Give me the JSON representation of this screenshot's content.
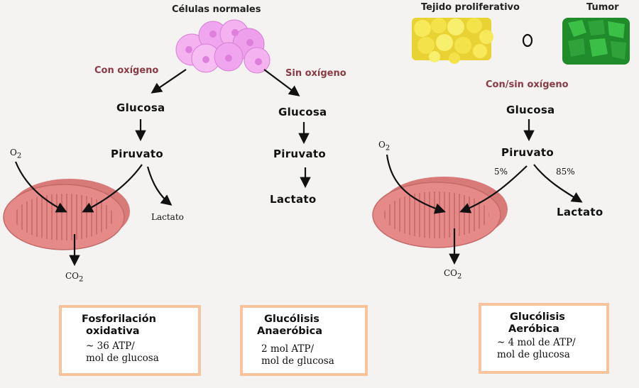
{
  "labels": {
    "normal_cells_title": "Células normales",
    "proliferative_title": "Tejido proliferativo",
    "tumor_title": "Tumor",
    "or_symbol": "o",
    "with_oxygen": "Con oxígeno",
    "without_oxygen": "Sin oxígeno",
    "with_without_oxygen": "Con/sin oxígeno"
  },
  "left_path": {
    "glucose": "Glucosa",
    "pyruvate": "Piruvato",
    "lactate": "Lactato",
    "o2_base": "O",
    "o2_sub": "2",
    "co2_base": "CO",
    "co2_sub": "2"
  },
  "middle_path": {
    "glucose": "Glucosa",
    "pyruvate": "Piruvato",
    "lactate": "Lactato"
  },
  "right_path": {
    "glucose": "Glucosa",
    "pyruvate": "Piruvato",
    "lactate": "Lactato",
    "pct_mito": "5%",
    "pct_lactate": "85%",
    "o2_base": "O",
    "o2_sub": "2",
    "co2_base": "CO",
    "co2_sub": "2"
  },
  "boxes": {
    "oxidative": {
      "title_1": "Fosforilación",
      "title_2": "oxidativa",
      "line_1": "~ 36 ATP/",
      "line_2": "mol de glucosa"
    },
    "anaerobic": {
      "title_1": "Glucólisis",
      "title_2": "Anaeróbica",
      "line_1": "2 mol ATP/",
      "line_2": "mol de glucosa"
    },
    "aerobic": {
      "title_1": "Glucólisis",
      "title_2": "Aeróbica",
      "line_1": "~ 4 mol de ATP/",
      "line_2": "mol de glucosa"
    }
  },
  "colors": {
    "background": "#f4f3f1",
    "normal_cells": "#f0a6ee",
    "proliferative_cells": "#f3e24a",
    "tumor_cells": "#2fa33a",
    "mitochondria": "#e58a88",
    "condition_text": "#8a3a44",
    "box_border": "#f8c49d"
  }
}
